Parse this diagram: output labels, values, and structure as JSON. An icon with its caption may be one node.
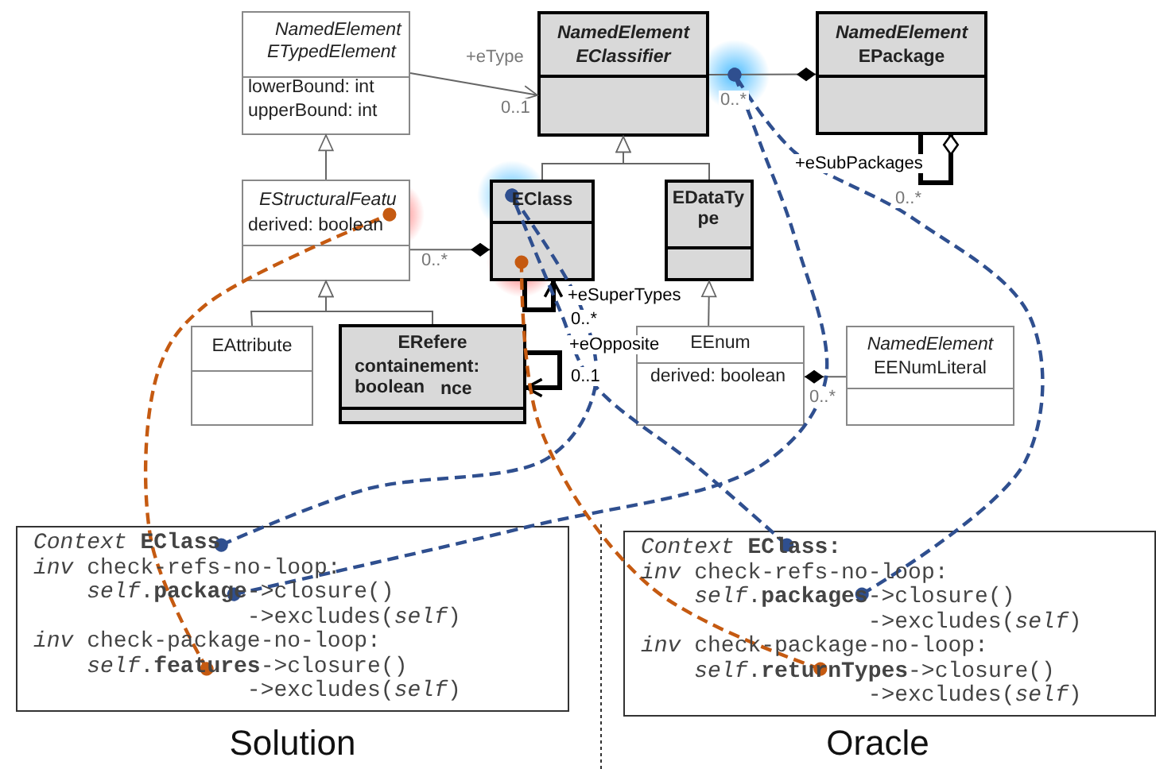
{
  "diagram": {
    "nodes": [
      {
        "text": [
          "NamedElement",
          "ETypedElement",
          "lowerBound: int",
          "upperBound: int"
        ]
      },
      {
        "text": [
          "NamedElement",
          "EClassifier"
        ]
      },
      {
        "text": [
          "NamedElement",
          "EPackage"
        ]
      },
      {
        "text": [
          "EStructuralFeatu",
          "derived: boolean"
        ]
      },
      {
        "text": [
          "EClass"
        ]
      },
      {
        "text": [
          "EDataTy pe"
        ]
      },
      {
        "text": [
          "EAttribute"
        ]
      },
      {
        "text": [
          "ERefere",
          "containement: boolean",
          "nce"
        ]
      },
      {
        "text": [
          "EEnum",
          "derived: boolean"
        ]
      },
      {
        "text": [
          "NamedElement",
          "EENumLiteral"
        ]
      },
      {
        "text": [
          "*Context* **EClass**",
          "*inv* check-refs-no-loop:",
          "*self*.**package**->closure()",
          "->excludes(*self*)",
          "*inv* check-package-no-loop:",
          "*self*.**features**->closure()",
          "->excludes(*self*)"
        ],
        "beside": [
          "Solution"
        ]
      },
      {
        "text": [
          "*Context* **EClass:**",
          "*inv* check-refs-no-loop:",
          "*self*.**packages**->closure()",
          "->excludes(*self*)",
          "*inv* check-package-no-loop:",
          "*self*.**returnTypes**->closure()",
          "->excludes(*self*)"
        ],
        "beside": [
          "Oracle"
        ]
      }
    ],
    "edges": [
      {
        "from": 0,
        "to": 1,
        "arrow": "to",
        "label": "+eType"
      },
      {
        "from": 3,
        "to": 0,
        "arrow": "to"
      },
      {
        "from": 4,
        "to": 1,
        "arrow": "to"
      },
      {
        "from": 5,
        "to": 1,
        "arrow": "to"
      },
      {
        "from": 6,
        "to": 3,
        "arrow": "to"
      },
      {
        "from": 7,
        "to": 3,
        "arrow": "to"
      },
      {
        "from": 8,
        "to": 5,
        "arrow": "to"
      },
      {
        "from": 2,
        "to": 1,
        "arrow": "other"
      },
      {
        "from": 2,
        "to": 2,
        "arrow": "other",
        "label": "+eSubPackages",
        "style": "thick",
        "color": "#000000"
      },
      {
        "from": 4,
        "to": 3,
        "arrow": "other"
      },
      {
        "from": 4,
        "to": 4,
        "arrow": "to",
        "label": "+eSuperTypes",
        "style": "thick",
        "color": "#000000"
      },
      {
        "from": 7,
        "to": 7,
        "arrow": "to",
        "label": "+eOpposite",
        "style": "thick",
        "color": "#000000"
      },
      {
        "from": 8,
        "to": 9,
        "arrow": "other"
      },
      {
        "from": 10,
        "to": 4,
        "arrow": "other",
        "style": "dashed",
        "color": "#2f4f8f"
      },
      {
        "from": 10,
        "to": 1,
        "arrow": "other",
        "style": "dashed",
        "color": "#2f4f8f"
      },
      {
        "from": 11,
        "to": 4,
        "arrow": "other",
        "style": "dashed",
        "color": "#2f4f8f"
      },
      {
        "from": 11,
        "to": 1,
        "arrow": "other",
        "style": "dashed",
        "color": "#2f4f8f"
      },
      {
        "from": 10,
        "to": 3,
        "arrow": "other",
        "style": "dashed",
        "color": "#c55a11"
      },
      {
        "from": 11,
        "to": 4,
        "arrow": "other",
        "style": "dashed",
        "color": "#c55a11"
      }
    ],
    "labels": [
      "0..1",
      "0..*",
      "0..*",
      "0..*",
      "0..*",
      "0..1",
      "0..*"
    ]
  }
}
